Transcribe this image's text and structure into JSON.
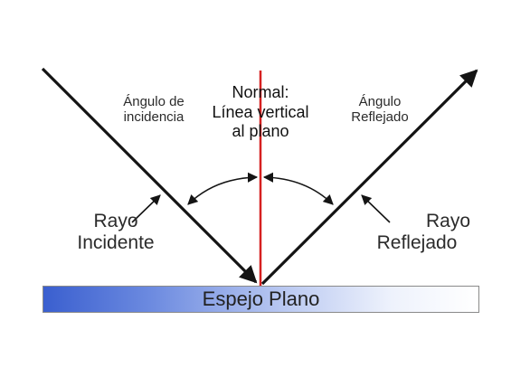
{
  "labels": {
    "normal_line1": "Normal:",
    "normal_line2": "Línea vertical",
    "normal_line3": "al plano",
    "incidence_line1": "Ángulo de",
    "incidence_line2": "incidencia",
    "reflected_angle_line1": "Ángulo",
    "reflected_angle_line2": "Reflejado",
    "incident_ray_line1": "Rayo",
    "incident_ray_line2": "Incidente",
    "reflected_ray_line1": "Rayo",
    "reflected_ray_line2": "Reflejado",
    "mirror": "Espejo Plano"
  },
  "colors": {
    "ray": "#141414",
    "normal": "#d62020",
    "mirror_dark": "#3a5fcf",
    "mirror_light": "#ffffff"
  }
}
